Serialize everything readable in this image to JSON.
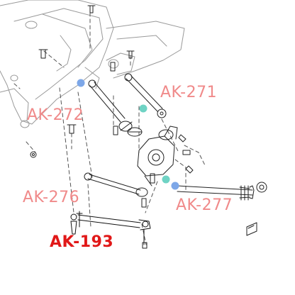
{
  "labels": {
    "ak271": "AK-271",
    "ak272": "AK-272",
    "ak276": "AK-276",
    "ak277": "AK-277",
    "ak193": "AK-193"
  },
  "colors": {
    "label_soft": "#f08a8a",
    "label_highlight": "#e11818",
    "marker_blue": "#7da7e8",
    "marker_teal": "#6fd3c4",
    "line_art": "#222222"
  }
}
